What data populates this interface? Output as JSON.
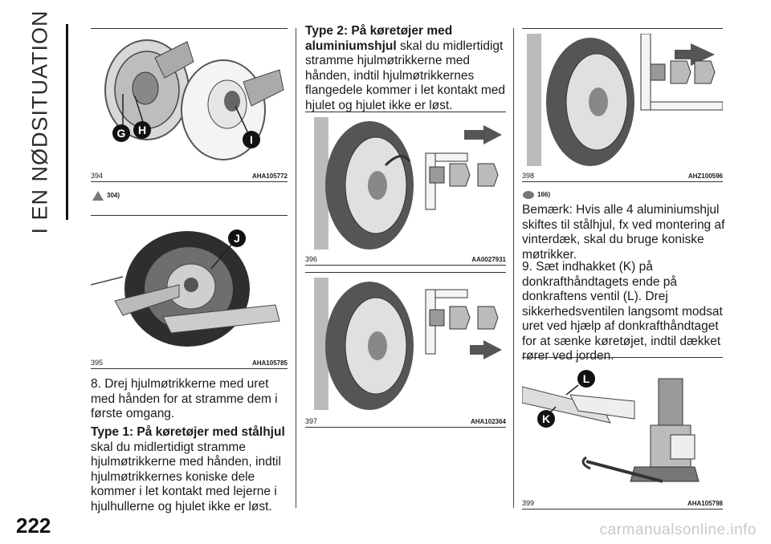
{
  "section_title": "I EN NØDSITUATION",
  "page_number": "222",
  "watermark": "carmanualsonline.info",
  "figures": {
    "f394": {
      "number": "394",
      "code": "AHA105772",
      "callouts": [
        "G",
        "H",
        "I"
      ]
    },
    "f395": {
      "number": "395",
      "code": "AHA105785",
      "callouts": [
        "J"
      ]
    },
    "f396": {
      "number": "396",
      "code": "AA0027931"
    },
    "f397": {
      "number": "397",
      "code": "AHA102364"
    },
    "f398": {
      "number": "398",
      "code": "AHZ100596"
    },
    "f399": {
      "number": "399",
      "code": "AHA105798",
      "callouts": [
        "L",
        "K"
      ]
    }
  },
  "refs": {
    "warning": "304)",
    "note": "166)"
  },
  "text": {
    "step8": "8. Drej hjulmøtrikkerne med uret med hånden for at stramme dem i første omgang.",
    "type1_heading": "Type 1: På køretøjer med stålhjul",
    "type1_body": "skal du midlertidigt stramme hjulmøtrikkerne med hånden, indtil hjulmøtrikkernes koniske dele kommer i let kontakt med lejerne i hjulhullerne og hjulet ikke er løst.",
    "type2_heading": "Type 2: På køretøjer med aluminiumshjul",
    "type2_body": "skal du midlertidigt stramme hjulmøtrikkerne med hånden, indtil hjulmøtrikkernes flangedele kommer i let kontakt med hjulet og hjulet ikke er løst.",
    "note": "Bemærk: Hvis alle 4 aluminiumshjul skiftes til stålhjul, fx ved montering af vinterdæk, skal du bruge koniske møtrikker.",
    "step9": "9. Sæt indhakket (K) på donkrafthåndtagets ende på donkraftens ventil (L). Drej sikkerhedsventilen langsomt modsat uret ved hjælp af donkrafthåndtaget for at sænke køretøjet, indtil dækket rører ved jorden."
  }
}
